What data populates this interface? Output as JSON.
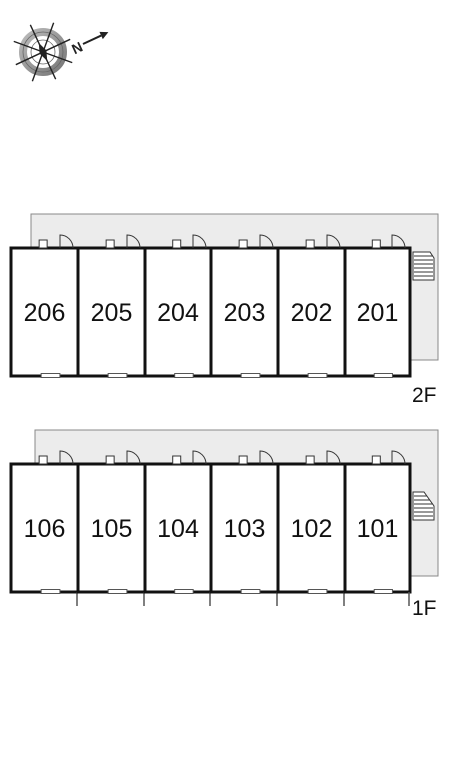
{
  "compass": {
    "north_label": "N",
    "icon": "compass-rose-icon"
  },
  "floors": [
    {
      "label": "2F",
      "units": [
        "206",
        "205",
        "204",
        "203",
        "202",
        "201"
      ]
    },
    {
      "label": "1F",
      "units": [
        "106",
        "105",
        "104",
        "103",
        "102",
        "101"
      ]
    }
  ],
  "colors": {
    "corridor_fill": "#ececec",
    "wall": "#111111",
    "line": "#555555"
  }
}
